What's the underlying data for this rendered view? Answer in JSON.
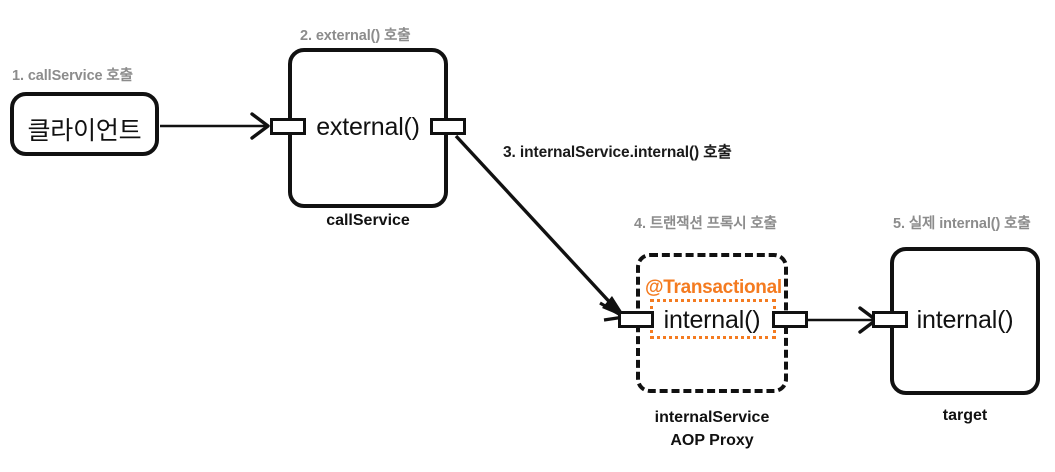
{
  "diagram": {
    "title_hidden": "",
    "accent_color": "#F47B20",
    "label_color": "#8c8c8c",
    "line_color": "#111111"
  },
  "steps": [
    {
      "id": "step-1",
      "text": "1. callService 호출",
      "tone": "gray"
    },
    {
      "id": "step-2",
      "text": "2. external() 호출",
      "tone": "gray"
    },
    {
      "id": "step-3",
      "text": "3. internalService.internal() 호출",
      "tone": "dark"
    },
    {
      "id": "step-4",
      "text": "4. 트랜잭션 프록시 호출",
      "tone": "gray"
    },
    {
      "id": "step-5",
      "text": "5. 실제 internal() 호출",
      "tone": "gray"
    }
  ],
  "nodes": {
    "client": {
      "title": "클라이언트",
      "caption": ""
    },
    "call_service": {
      "title": "external()",
      "caption": "callService"
    },
    "proxy": {
      "title": "internal()",
      "annotation": "@Transactional",
      "caption_line1": "internalService",
      "caption_line2": "AOP Proxy"
    },
    "target": {
      "title": "internal()",
      "caption": "target"
    }
  },
  "connections": [
    {
      "id": "client-to-callservice",
      "style": "thin-open-arrow"
    },
    {
      "id": "callservice-to-proxy",
      "style": "thick-solid-arrow"
    },
    {
      "id": "proxy-to-target",
      "style": "thin-open-arrow"
    }
  ]
}
